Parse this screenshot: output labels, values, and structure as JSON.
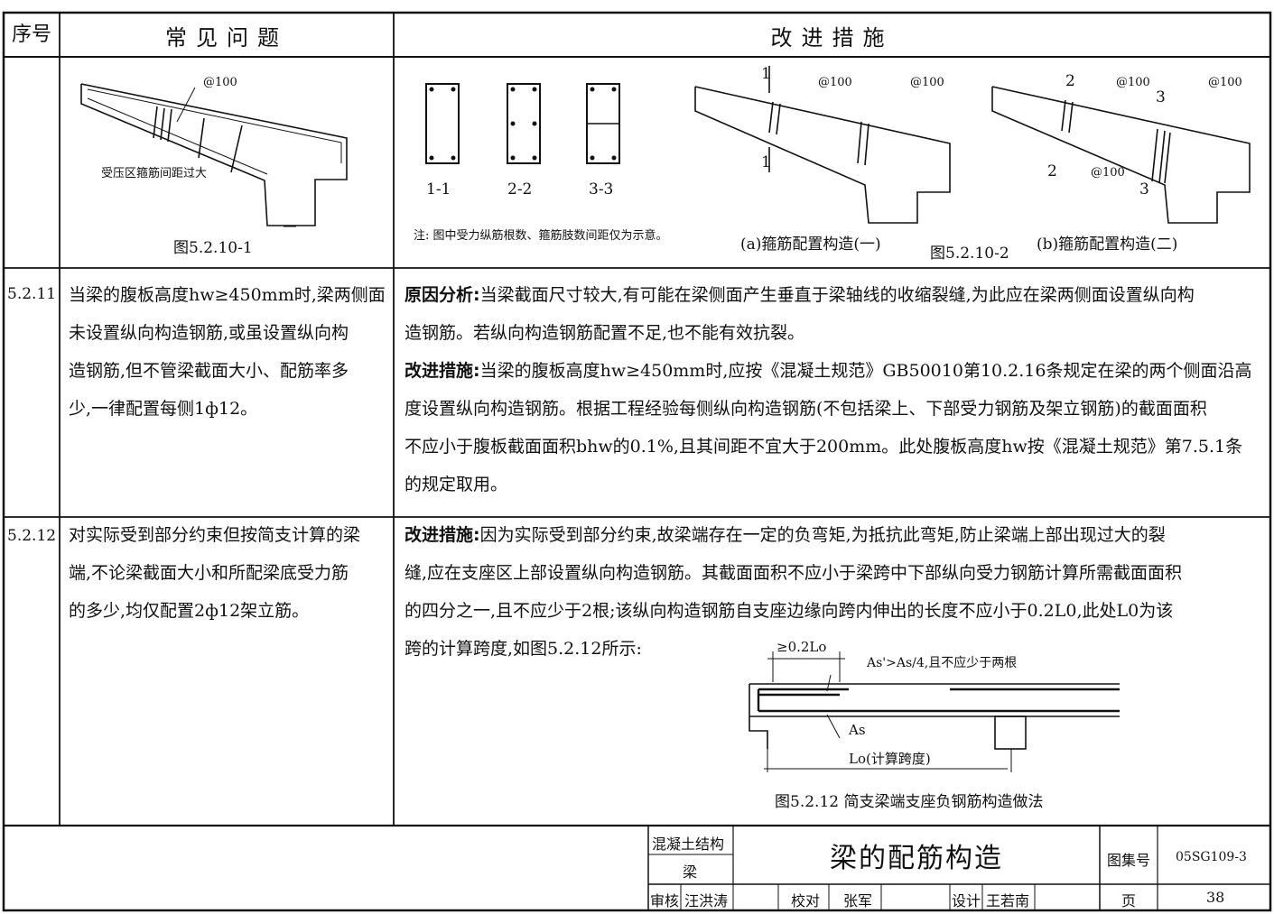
{
  "header": {
    "col_no": "序号",
    "col_problem": "常见问题",
    "col_fix": "改进措施"
  },
  "row1": {
    "stirrup_spacing": "@100",
    "problem_note": "受压区箍筋间距过大",
    "problem_caption": "图5.2.10-1",
    "sections": [
      "1-1",
      "2-2",
      "3-3"
    ],
    "section_marks": {
      "a": "1",
      "b1": "2",
      "b2": "3"
    },
    "note": "注: 图中受力纵筋根数、箍筋肢数间距仅为示意。",
    "caption_a": "(a)箍筋配置构造(一)",
    "caption_b": "(b)箍筋配置构造(二)",
    "fig_caption": "图5.2.10-2"
  },
  "row2": {
    "code": "5.2.11",
    "problem": [
      "当梁的腹板高度hw≥450mm时,梁两侧面",
      "未设置纵向构造钢筋,或虽设置纵向构",
      "造钢筋,但不管梁截面大小、配筋率多",
      "少,一律配置每侧1ф12。"
    ],
    "fix_label_1": "原因分析:",
    "fix_lines_1": [
      "当梁截面尺寸较大,有可能在梁侧面产生垂直于梁轴线的收缩裂缝,为此应在梁两侧面设置纵向构",
      "造钢筋。若纵向构造钢筋配置不足,也不能有效抗裂。"
    ],
    "fix_label_2": "改进措施:",
    "fix_lines_2": [
      "当梁的腹板高度hw≥450mm时,应按《混凝土规范》GB50010第10.2.16条规定在梁的两个侧面沿高",
      "度设置纵向构造钢筋。根据工程经验每侧纵向构造钢筋(不包括梁上、下部受力钢筋及架立钢筋)的截面面积",
      "不应小于腹板截面面积bhw的0.1%,且其间距不宜大于200mm。此处腹板高度hw按《混凝土规范》第7.5.1条",
      "的规定取用。"
    ]
  },
  "row3": {
    "code": "5.2.12",
    "problem": [
      "对实际受到部分约束但按简支计算的梁",
      "端,不论梁截面大小和所配梁底受力筋",
      "的多少,均仅配置2ф12架立筋。"
    ],
    "fix_label": "改进措施:",
    "fix_lines": [
      "因为实际受到部分约束,故梁端存在一定的负弯矩,为抵抗此弯矩,防止梁端上部出现过大的裂",
      "缝,应在支座区上部设置纵向构造钢筋。其截面面积不应小于梁跨中下部纵向受力钢筋计算所需截面面积",
      "的四分之一,且不应少于2根;该纵向构造钢筋自支座边缘向跨内伸出的长度不应小于0.2L0,此处L0为该",
      "跨的计算跨度,如图5.2.12所示:"
    ],
    "fig_len": "≥0.2Lo",
    "fig_as_prime": "As'>As/4,且不应少于两根",
    "fig_as": "As",
    "fig_span": "Lo(计算跨度)",
    "fig_caption": "图5.2.12 简支梁端支座负钢筋构造做法"
  },
  "title_block": {
    "category_1": "混凝土结构",
    "category_2": "梁",
    "title": "梁的配筋构造",
    "atlas_label": "图集号",
    "atlas_no": "05SG109-3",
    "review_label": "审核",
    "reviewer": "汪洪涛",
    "check_label": "校对",
    "checker": "张军",
    "design_label": "设计",
    "designer": "王若南",
    "page_label": "页",
    "page_no": "38"
  }
}
